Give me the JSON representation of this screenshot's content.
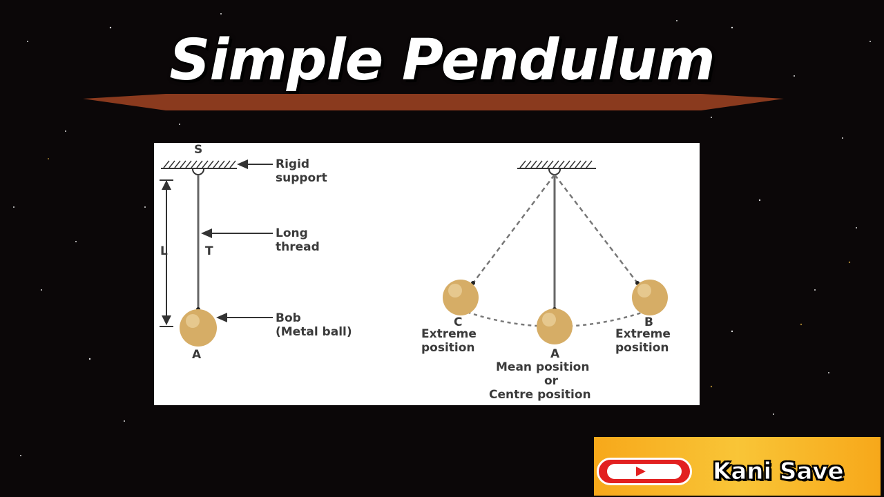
{
  "title": "Simple Pendulum",
  "diagram": {
    "left": {
      "support_letter": "S",
      "rigid_support": [
        "Rigid",
        "support"
      ],
      "length_label": "L",
      "thread_letter": "T",
      "long_thread": [
        "Long",
        "thread"
      ],
      "bob": [
        "Bob",
        "(Metal ball)"
      ],
      "bob_letter": "A"
    },
    "right": {
      "c_letter": "C",
      "c_label": [
        "Extreme",
        "position"
      ],
      "a_letter": "A",
      "a_label": [
        "Mean position",
        "or",
        "Centre position"
      ],
      "b_letter": "B",
      "b_label": [
        "Extreme",
        "position"
      ]
    }
  },
  "badge": {
    "channel": "Kani Save",
    "icon": "youtube-play-icon"
  },
  "colors": {
    "title_bar": "#8a3a1e",
    "bob": "#d9b36a",
    "badge": "#f7a81a",
    "youtube_red": "#e22020"
  }
}
